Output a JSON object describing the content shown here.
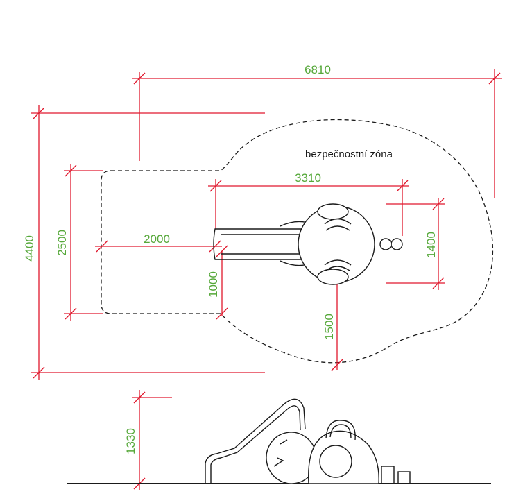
{
  "zone_label": "bezpečnostní zóna",
  "dimensions": {
    "overall_length": "6810",
    "overall_width": "4400",
    "zone_width_left": "2500",
    "slide_clearance": "2000",
    "equipment_length": "3310",
    "equipment_width": "1400",
    "slide_offset": "1000",
    "side_clearance": "1500",
    "height": "1330"
  },
  "colors": {
    "dimension_line": "#e0182d",
    "dimension_text": "#56a83a",
    "outline": "#1a1a1a"
  }
}
